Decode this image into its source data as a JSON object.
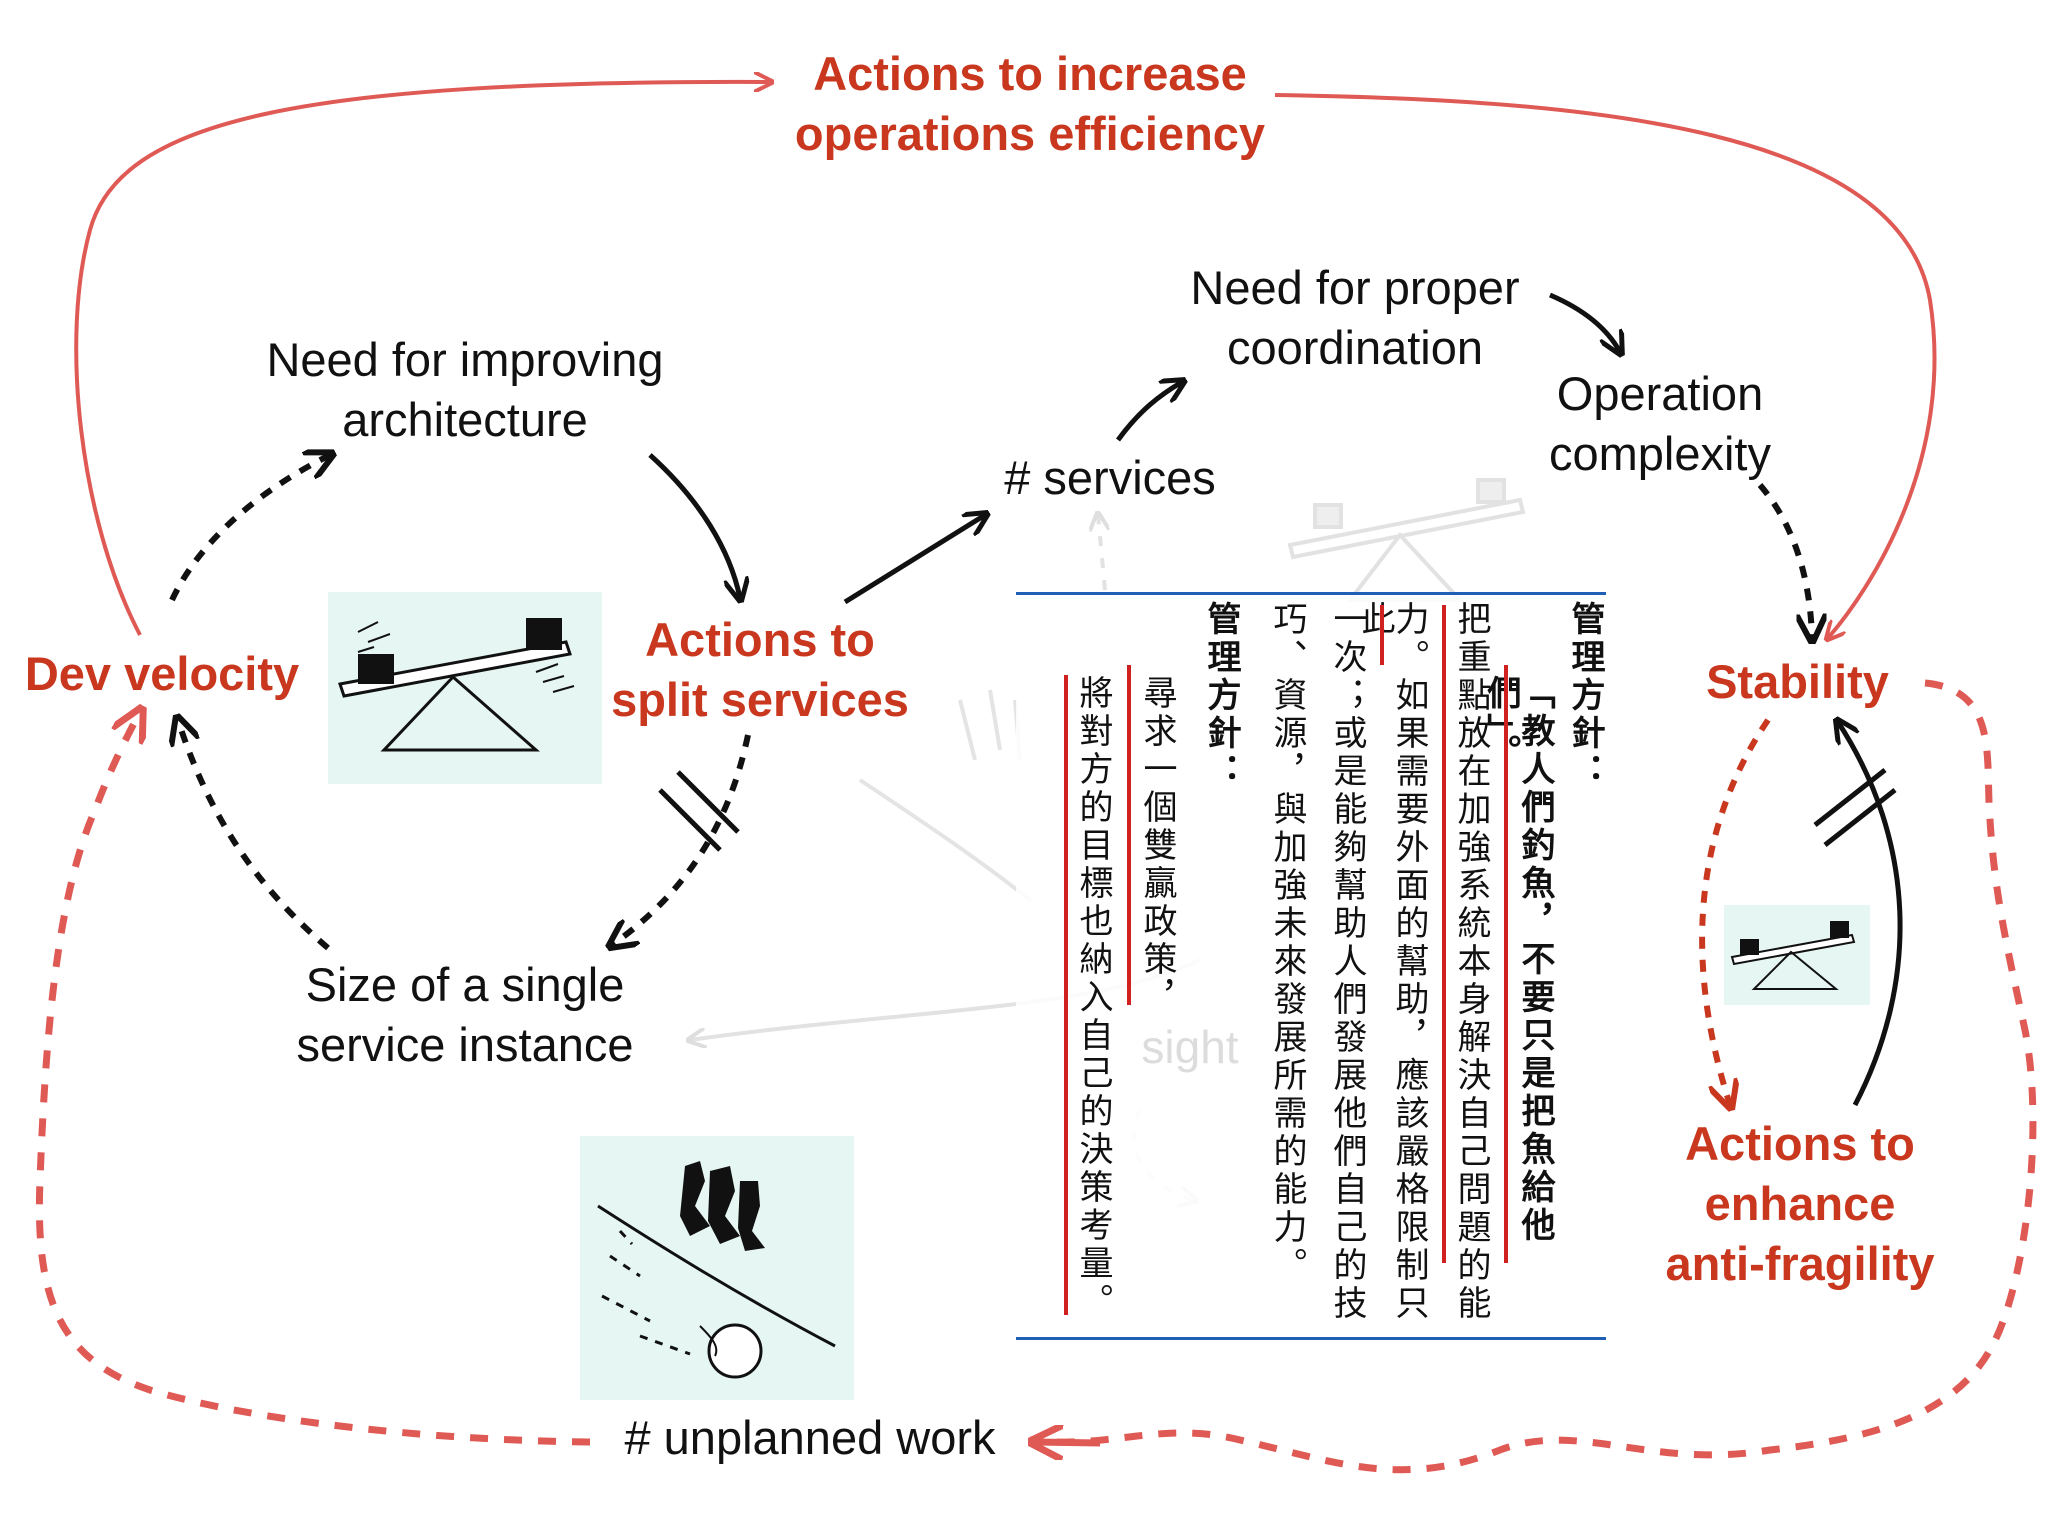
{
  "diagram": {
    "top_loop": {
      "label": [
        "Actions to increase",
        "operations efficiency"
      ]
    },
    "left_loop": {
      "improve_arch": [
        "Need for improving",
        "architecture"
      ],
      "split_services": [
        "Actions to",
        "split services"
      ],
      "instance_size": [
        "Size of a single",
        "service instance"
      ],
      "dev_velocity": "Dev velocity"
    },
    "middle": {
      "services": "# services",
      "coordination": [
        "Need for proper",
        "coordination"
      ],
      "op_complexity": [
        "Operation",
        "complexity"
      ]
    },
    "right_loop": {
      "stability": "Stability",
      "anti_fragility": [
        "Actions to",
        "enhance",
        "anti-fragility"
      ]
    },
    "bottom": {
      "unplanned_work": "# unplanned work"
    },
    "faded_text": "sight",
    "colors": {
      "accent_red": "#c8371e",
      "arrow_red": "#e05a55",
      "panel_bg": "#e6f7f3",
      "doc_rule": "#1f5fb5",
      "doc_bar": "#d0201f"
    },
    "icons": [
      "seesaw-icon",
      "rolling-ball-slope-icon"
    ]
  },
  "document": {
    "columns": [
      {
        "text": "管理方針：",
        "bold": true
      },
      {
        "text": "「教人們釣魚，不要只是把魚給他們」。",
        "bold": true
      },
      {
        "text": "把重點放在加強系統本身解決自己問題的能",
        "bold": false
      },
      {
        "text": "力。如果需要外面的幫助，應該嚴格限制只此",
        "bold": false
      },
      {
        "text": "一次；或是能夠幫助人們發展他們自己的技",
        "bold": false
      },
      {
        "text": "巧、資源，與加強未來發展所需的能力。",
        "bold": false
      },
      {
        "text": "管理方針：",
        "bold": true
      },
      {
        "text": "尋求一個雙贏政策，",
        "bold": false
      },
      {
        "text": "將對方的目標也納入自己的決策考量。",
        "bold": false
      }
    ]
  }
}
